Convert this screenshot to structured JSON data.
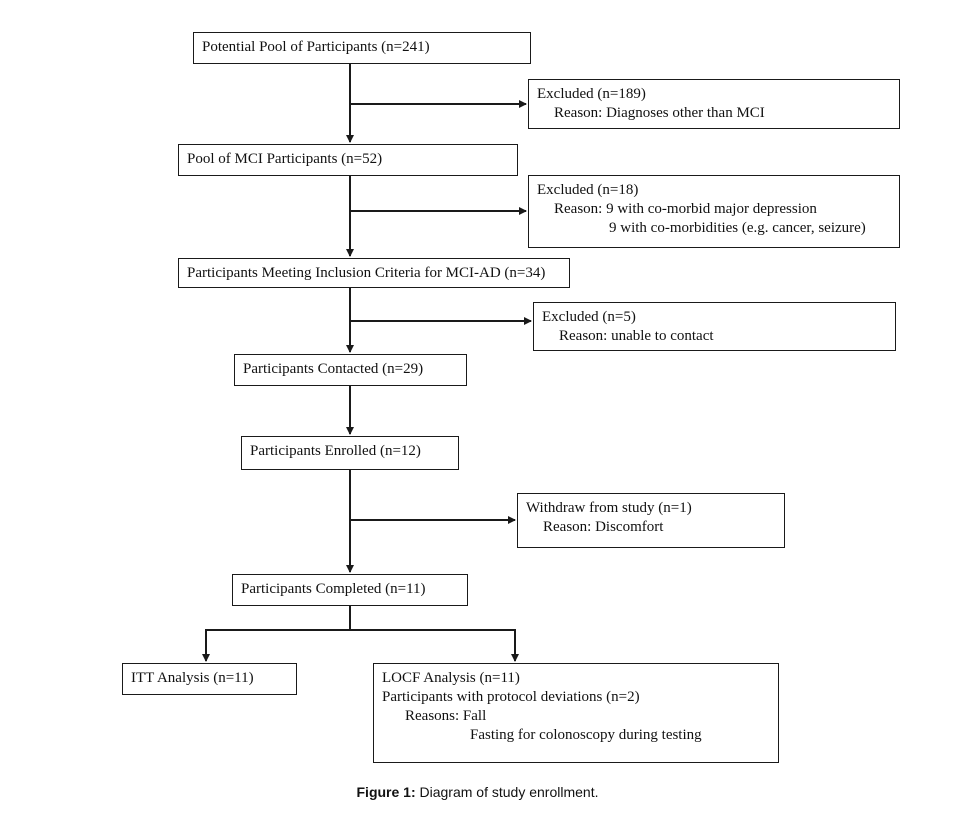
{
  "boxes": {
    "potential_pool": "Potential Pool of Participants (n=241)",
    "excluded_1": {
      "title": "Excluded (n=189)",
      "reason": "Reason: Diagnoses other than MCI"
    },
    "mci_pool": "Pool of MCI Participants (n=52)",
    "excluded_2": {
      "title": "Excluded (n=18)",
      "reason": "Reason: 9 with co-morbid major depression",
      "reason_cont": "9 with co-morbidities (e.g. cancer, seizure)"
    },
    "inclusion": "Participants Meeting Inclusion Criteria for MCI-AD (n=34)",
    "excluded_3": {
      "title": "Excluded (n=5)",
      "reason": "Reason: unable to contact"
    },
    "contacted": "Participants Contacted (n=29)",
    "enrolled": "Participants Enrolled (n=12)",
    "withdraw": {
      "title": "Withdraw from study (n=1)",
      "reason": "Reason: Discomfort"
    },
    "completed": "Participants Completed (n=11)",
    "itt": "ITT Analysis (n=11)",
    "locf": {
      "title": "LOCF Analysis (n=11)",
      "deviations": "Participants with protocol deviations (n=2)",
      "reasons": "Reasons: Fall",
      "reasons_cont": "Fasting for colonoscopy during testing"
    }
  },
  "caption": {
    "label": "Figure 1:",
    "text": " Diagram of study enrollment."
  }
}
